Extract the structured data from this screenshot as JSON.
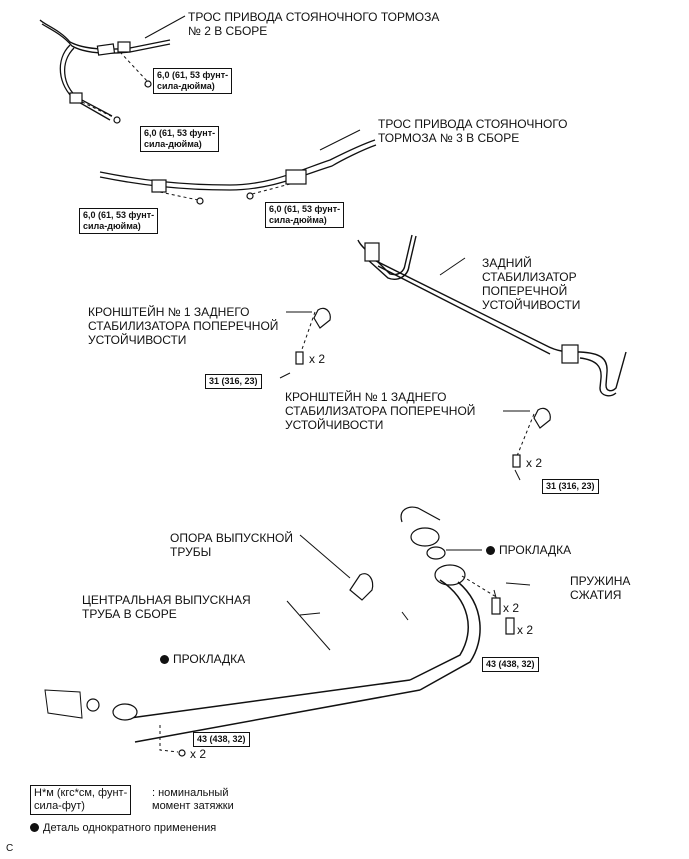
{
  "labels": {
    "cable2": "ТРОС ПРИВОДА СТОЯНОЧНОГО ТОРМОЗА\n№ 2 В СБОРЕ",
    "cable3": "ТРОС ПРИВОДА СТОЯНОЧНОГО\nТОРМОЗА № 3 В СБОРЕ",
    "stabilizer": "ЗАДНИЙ\nСТАБИЛИЗАТОР\nПОПЕРЕЧНОЙ\nУСТОЙЧИВОСТИ",
    "bracket_left": "КРОНШТЕЙН № 1 ЗАДНЕГО\nСТАБИЛИЗАТОРА ПОПЕРЕЧНОЙ\nУСТОЙЧИВОСТИ",
    "bracket_right": "КРОНШТЕЙН № 1 ЗАДНЕГО\nСТАБИЛИЗАТОРА ПОПЕРЕЧНОЙ\nУСТОЙЧИВОСТИ",
    "exhaust_support": "ОПОРА ВЫПУСКНОЙ\nТРУБЫ",
    "gasket_top": "ПРОКЛАДКА",
    "center_pipe": "ЦЕНТРАЛЬНАЯ ВЫПУСКНАЯ\nТРУБА В СБОРЕ",
    "spring": "ПРУЖИНА\nСЖАТИЯ",
    "gasket_left": "ПРОКЛАДКА"
  },
  "torques": {
    "t1": "6,0 (61, 53 фунт-\nсила-дюйма)",
    "t2": "6,0 (61, 53 фунт-\nсила-дюйма)",
    "t3": "6,0 (61, 53 фунт-\nсила-дюйма)",
    "t4": "6,0 (61, 53 фунт-\nсила-дюйма)",
    "t5": "31 (316, 23)",
    "t6": "31 (316, 23)",
    "t7": "43 (438, 32)",
    "t8": "43 (438, 32)"
  },
  "quantities": {
    "q1": "x 2",
    "q2": "x 2",
    "q3": "x 2",
    "q4": "x 2",
    "q5": "x 2"
  },
  "legend": {
    "units": "Н*м (кгс*см, фунт-\nсила-фут)",
    "units_desc": ": номинальный\nмомент затяжки",
    "single_use": "Деталь однократного применения"
  },
  "corner_mark": "C"
}
